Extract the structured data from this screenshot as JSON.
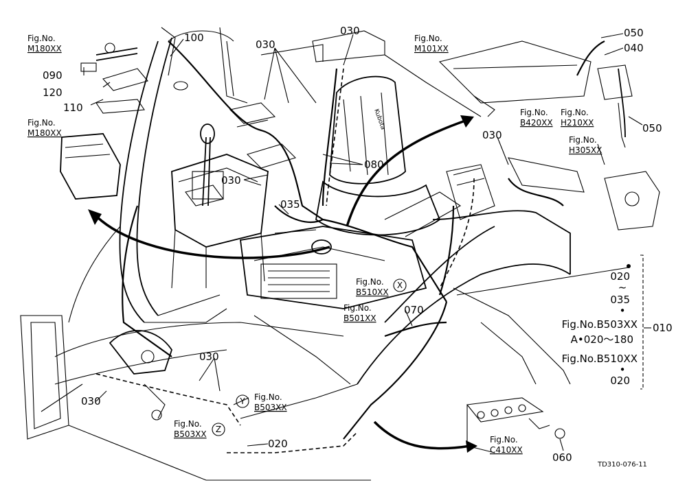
{
  "fig_refs": {
    "m180_top": {
      "label": "Fig.No.",
      "code": "M180XX"
    },
    "m180_left": {
      "label": "Fig.No.",
      "code": "M180XX"
    },
    "m101": {
      "label": "Fig.No.",
      "code": "M101XX"
    },
    "b420": {
      "label": "Fig.No.",
      "code": "B420XX"
    },
    "h210": {
      "label": "Fig.No.",
      "code": "H210XX"
    },
    "h305": {
      "label": "Fig.No.",
      "code": "H305XX"
    },
    "b510": {
      "label": "Fig.No.",
      "code": "B510XX"
    },
    "b501": {
      "label": "Fig.No.",
      "code": "B501XX"
    },
    "b503_y": {
      "label": "Fig.No.",
      "code": "B503XX"
    },
    "b503_z": {
      "label": "Fig.No.",
      "code": "B503XX"
    },
    "c410": {
      "label": "Fig.No.",
      "code": "C410XX"
    }
  },
  "callouts": {
    "p100": "100",
    "p090": "090",
    "p120": "120",
    "p110": "110",
    "p030_a": "030",
    "p030_b": "030",
    "p030_c": "030",
    "p030_d": "030",
    "p030_e": "030",
    "p030_f": "030",
    "p035": "035",
    "p080": "080",
    "p050_a": "050",
    "p040": "040",
    "p050_b": "050",
    "p070": "070",
    "p020": "020",
    "p060": "060"
  },
  "view_markers": {
    "x": "X",
    "y": "Y",
    "z": "Z"
  },
  "side_legend": {
    "range_start": "020",
    "tilde": "~",
    "range_end": "035",
    "dot1": "•",
    "line_b503": "Fig.No.B503XX",
    "line_a": "A•020～180",
    "line_b510": "Fig.No.B510XX",
    "dot2": "•",
    "line_020": "020",
    "group_no": "010"
  },
  "brand_text": "Kubota",
  "drawing_code": "TD310-076-11"
}
